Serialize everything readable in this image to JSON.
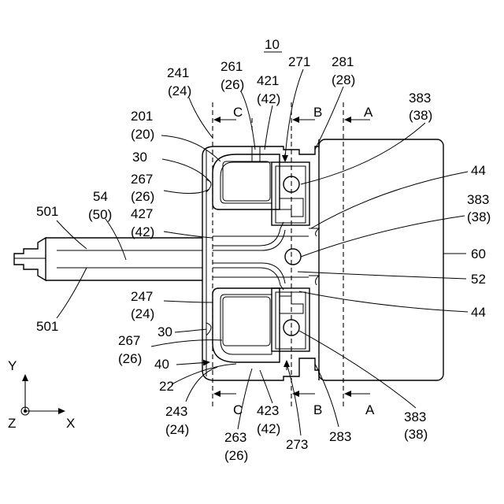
{
  "figure": {
    "number": "10",
    "labels": {
      "l241": "241",
      "l24a": "(24)",
      "l261": "261",
      "l26a": "(26)",
      "l421": "421",
      "l42a": "(42)",
      "l271": "271",
      "l281": "281",
      "l28": "(28)",
      "l383a": "383",
      "l38a": "(38)",
      "l201": "201",
      "l20": "(20)",
      "l30a": "30",
      "l267a": "267",
      "l26b": "(26)",
      "l54": "54",
      "l50": "(50)",
      "l427": "427",
      "l42b": "(42)",
      "l501a": "501",
      "l44a": "44",
      "l383b": "383",
      "l38b": "(38)",
      "l60": "60",
      "l52": "52",
      "l44b": "44",
      "l501b": "501",
      "l247": "247",
      "l24b": "(24)",
      "l30b": "30",
      "l267b": "267",
      "l26c": "(26)",
      "l40": "40",
      "l22": "22",
      "l243": "243",
      "l24c": "(24)",
      "l423": "423",
      "l42c": "(42)",
      "l263": "263",
      "l26d": "(26)",
      "l273": "273",
      "l283": "283",
      "l383c": "383",
      "l38c": "(38)",
      "sec_c_top": "C",
      "sec_b_top": "B",
      "sec_a_top": "A",
      "sec_c_bot": "C",
      "sec_b_bot": "B",
      "sec_a_bot": "A",
      "axis_y": "Y",
      "axis_x": "X",
      "axis_z": "Z"
    }
  }
}
